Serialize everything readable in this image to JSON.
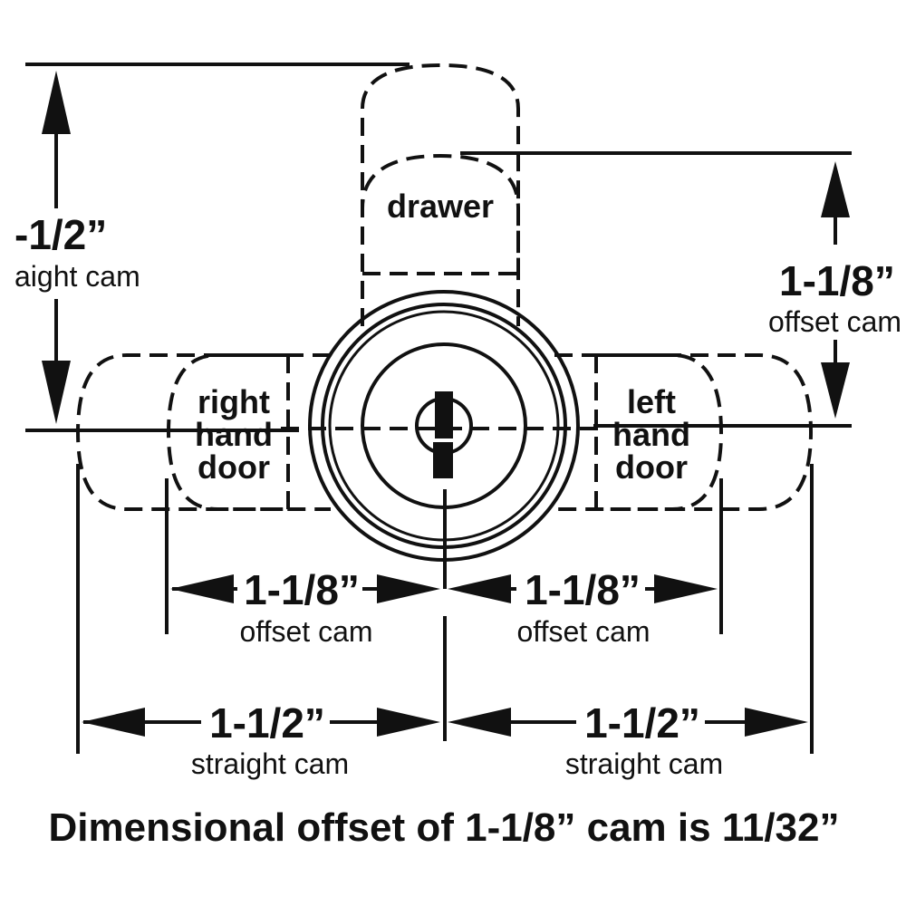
{
  "labels": {
    "drawer": "drawer",
    "right_hand_door": [
      "right",
      "hand",
      "door"
    ],
    "left_hand_door": [
      "left",
      "hand",
      "door"
    ]
  },
  "dimensions": {
    "left_vertical_value": "-1/2”",
    "left_vertical_caption": "aight cam",
    "right_vertical_value": "1-1/8”",
    "right_vertical_caption": "offset cam",
    "bottom_left_offset_value": "1-1/8”",
    "bottom_left_offset_caption": "offset cam",
    "bottom_right_offset_value": "1-1/8”",
    "bottom_right_offset_caption": "offset cam",
    "bottom_left_straight_value": "1-1/2”",
    "bottom_left_straight_caption": "straight cam",
    "bottom_right_straight_value": "1-1/2”",
    "bottom_right_straight_caption": "straight cam"
  },
  "caption": "Dimensional offset of 1-1/8” cam is 11/32”",
  "colors": {
    "ink": "#111111",
    "background": "#ffffff"
  }
}
